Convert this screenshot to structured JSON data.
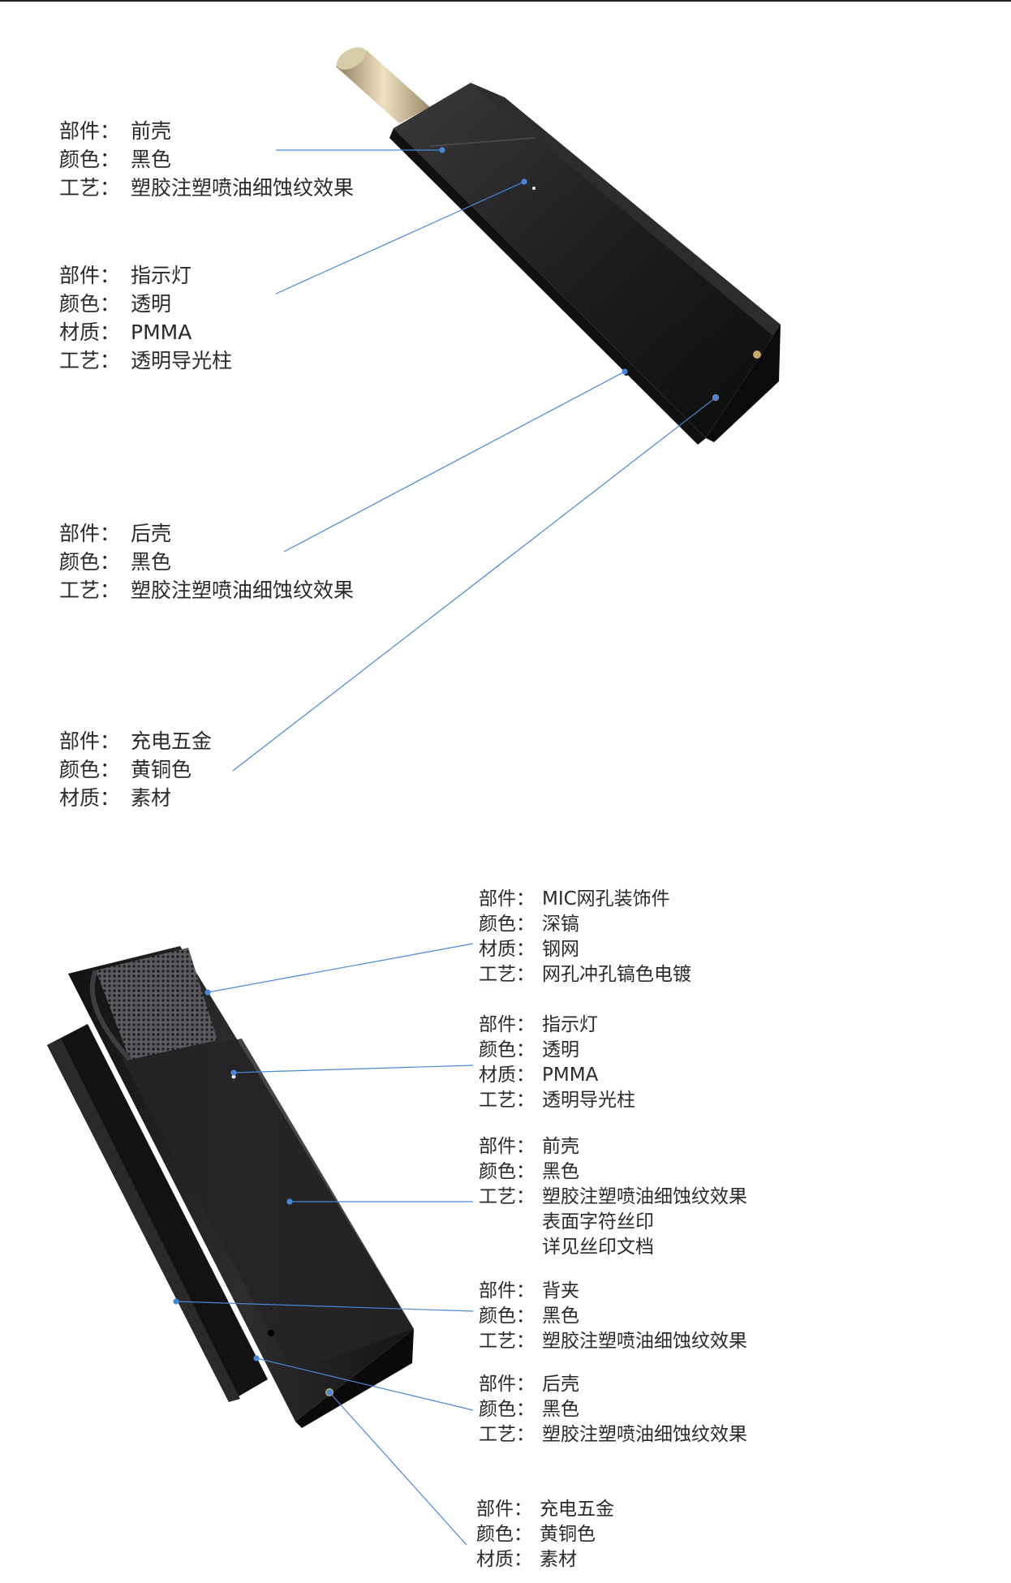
{
  "sep": "：",
  "accent_color": "#4a86d8",
  "product_color": "#1c1c1e",
  "top_view": {
    "callouts": [
      {
        "rows": [
          {
            "k": "部件",
            "v": "前壳"
          },
          {
            "k": "颜色",
            "v": "黑色"
          },
          {
            "k": "工艺",
            "v": "塑胶注塑喷油细蚀纹效果"
          }
        ]
      },
      {
        "rows": [
          {
            "k": "部件",
            "v": "指示灯"
          },
          {
            "k": "颜色",
            "v": "透明"
          },
          {
            "k": "材质",
            "v": "PMMA"
          },
          {
            "k": "工艺",
            "v": "透明导光柱"
          }
        ]
      },
      {
        "rows": [
          {
            "k": "部件",
            "v": "后壳"
          },
          {
            "k": "颜色",
            "v": "黑色"
          },
          {
            "k": "工艺",
            "v": "塑胶注塑喷油细蚀纹效果"
          }
        ]
      },
      {
        "rows": [
          {
            "k": "部件",
            "v": "充电五金"
          },
          {
            "k": "颜色",
            "v": "黄铜色"
          },
          {
            "k": "材质",
            "v": "素材"
          }
        ]
      }
    ]
  },
  "bottom_view": {
    "callouts": [
      {
        "rows": [
          {
            "k": "部件",
            "v": "MIC网孔装饰件"
          },
          {
            "k": "颜色",
            "v": "深镐"
          },
          {
            "k": "材质",
            "v": "钢网"
          },
          {
            "k": "工艺",
            "v": "网孔冲孔镐色电镀"
          }
        ]
      },
      {
        "rows": [
          {
            "k": "部件",
            "v": "指示灯"
          },
          {
            "k": "颜色",
            "v": "透明"
          },
          {
            "k": "材质",
            "v": "PMMA"
          },
          {
            "k": "工艺",
            "v": "透明导光柱"
          }
        ]
      },
      {
        "rows": [
          {
            "k": "部件",
            "v": "前壳"
          },
          {
            "k": "颜色",
            "v": "黑色"
          },
          {
            "k": "工艺",
            "v": "塑胶注塑喷油细蚀纹效果"
          },
          {
            "k": "",
            "v": "表面字符丝印"
          },
          {
            "k": "",
            "v": "详见丝印文档"
          }
        ]
      },
      {
        "rows": [
          {
            "k": "部件",
            "v": "背夹"
          },
          {
            "k": "颜色",
            "v": "黑色"
          },
          {
            "k": "工艺",
            "v": "塑胶注塑喷油细蚀纹效果"
          }
        ]
      },
      {
        "rows": [
          {
            "k": "部件",
            "v": "后壳"
          },
          {
            "k": "颜色",
            "v": "黑色"
          },
          {
            "k": "工艺",
            "v": "塑胶注塑喷油细蚀纹效果"
          }
        ]
      },
      {
        "rows": [
          {
            "k": "部件",
            "v": "充电五金"
          },
          {
            "k": "颜色",
            "v": "黄铜色"
          },
          {
            "k": "材质",
            "v": "素材"
          }
        ]
      }
    ]
  }
}
